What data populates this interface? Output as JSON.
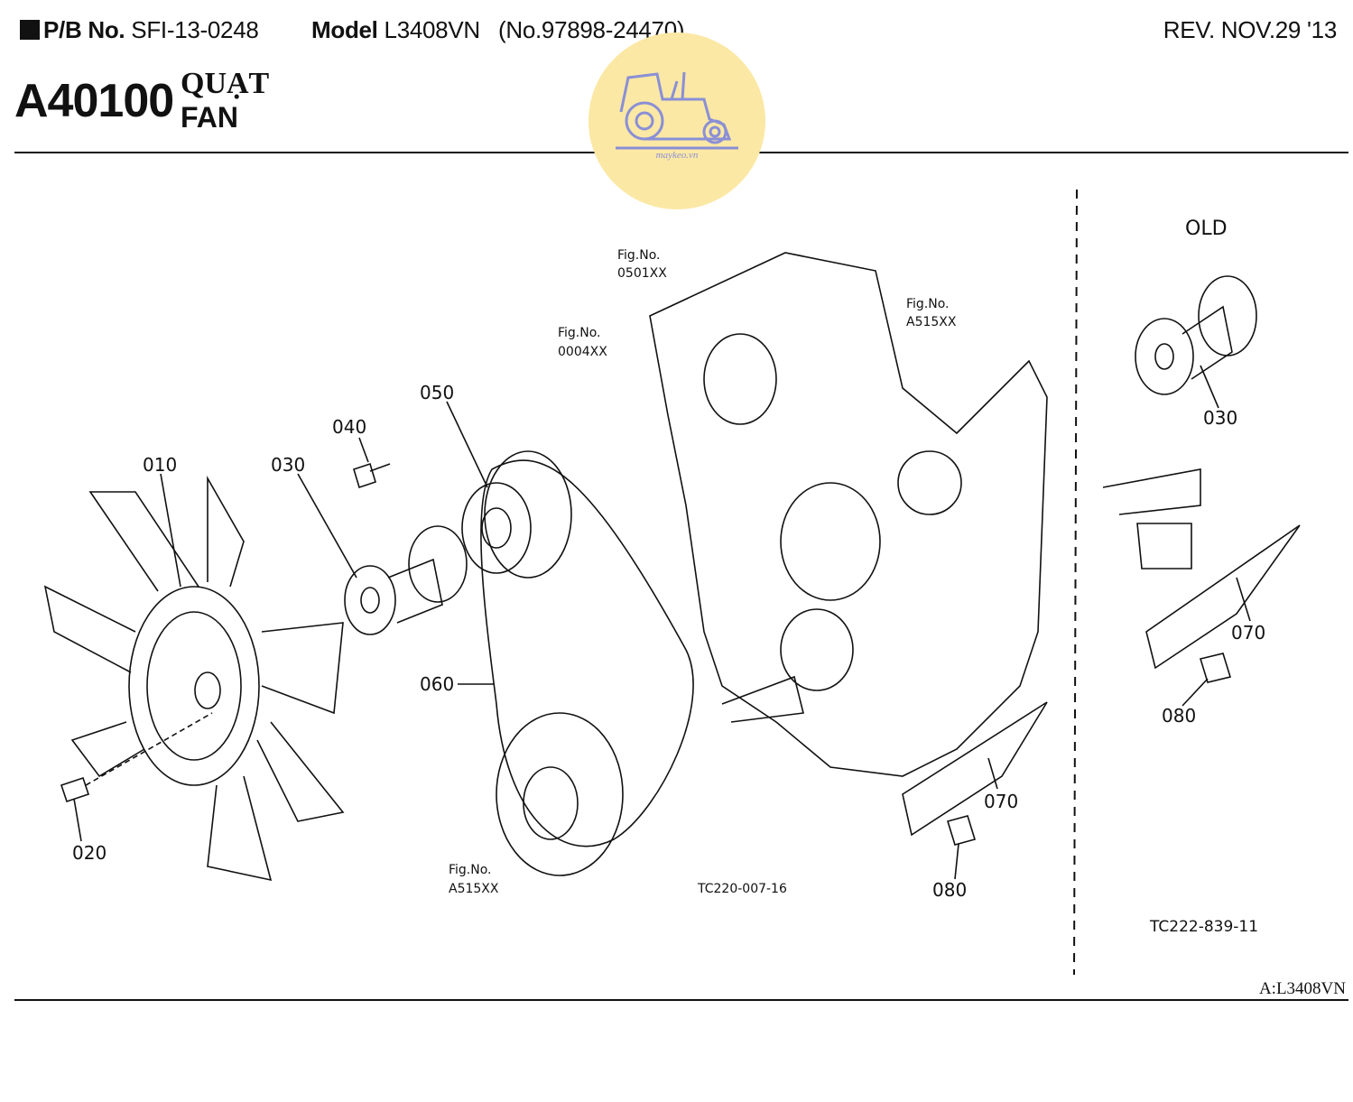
{
  "header": {
    "pb_label": "P/B No.",
    "pb_value": "SFI-13-0248",
    "model_label": "Model",
    "model_value": "L3408VN",
    "serial": "(No.97898-24470)",
    "revision": "REV. NOV.29 '13"
  },
  "section": {
    "code": "A40100",
    "name_vn": "QUẠT",
    "name_en": "FAN"
  },
  "logo": {
    "text": "maykeo.vn",
    "icon": "tractor-icon"
  },
  "diagram": {
    "parts": {
      "p010": "010",
      "p020": "020",
      "p030": "030",
      "p040": "040",
      "p050": "050",
      "p060": "060",
      "p070": "070",
      "p080": "080"
    },
    "fig_refs": {
      "fig_label": "Fig.No.",
      "ref_0501": "0501XX",
      "ref_0004": "0004XX",
      "ref_a515_top": "A515XX",
      "ref_a515_bottom": "A515XX"
    },
    "old_section": {
      "title": "OLD",
      "p030": "030",
      "p070": "070",
      "p080": "080"
    },
    "drawing_code_main": "TC220-007-16",
    "drawing_code_old": "TC222-839-11"
  },
  "footer": {
    "model_ref": "A:L3408VN"
  }
}
